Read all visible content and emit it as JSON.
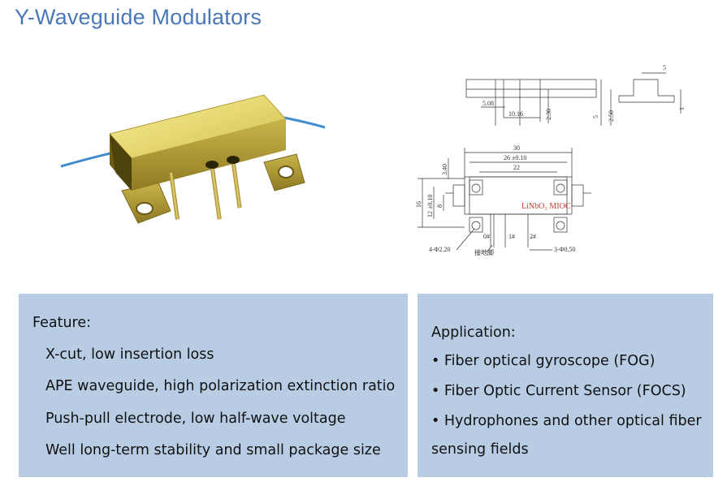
{
  "page": {
    "title": "Y-Waveguide Modulators"
  },
  "drawing": {
    "side_dims": [
      "5.08",
      "10.16",
      "2.30",
      "5",
      "2.50",
      "5",
      "1"
    ],
    "top_dims": [
      "30",
      "26 ±0.10",
      "22",
      "3.40",
      "16",
      "12 ±0.10",
      "8"
    ],
    "chip_label": "LiNbO₃ MIOC",
    "pins": [
      "0#",
      "1#",
      "2#"
    ],
    "holes_label": "4-Φ2.20",
    "ground_label": "接地脚",
    "pin_dia_label": "3-Φ0.50"
  },
  "feature": {
    "heading": "Feature:",
    "items": [
      "X-cut, low insertion loss",
      "APE waveguide, high polarization extinction ratio",
      "Push-pull electrode, low half-wave voltage",
      "Well long-term stability and small package size"
    ]
  },
  "application": {
    "heading": "Application:",
    "items": [
      "• Fiber optical gyroscope (FOG)",
      "• Fiber Optic Current Sensor (FOCS)",
      "• Hydrophones and other optical fiber",
      "sensing fields"
    ]
  }
}
